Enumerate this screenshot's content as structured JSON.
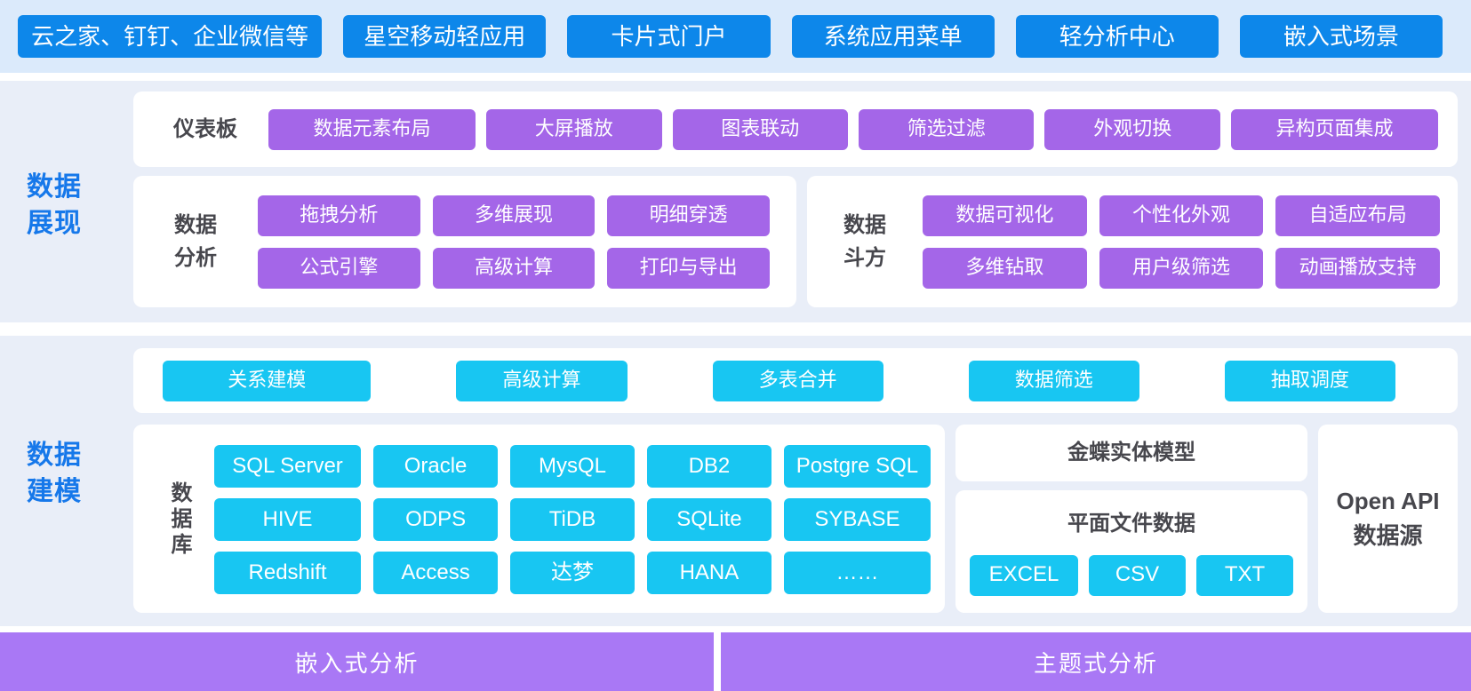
{
  "palette": {
    "band1_bg": "#dbeafb",
    "band_bg": "#e9eef8",
    "blue_button": "#0d87ea",
    "purple_button": "#a466e8",
    "cyan_button": "#18c6f2",
    "bottom_bar": "#a978f5",
    "section_label_blue": "#1678ea",
    "dark_label": "#47474d",
    "panel_white": "#ffffff"
  },
  "top_bar": {
    "items": [
      "云之家、钉钉、企业微信等",
      "星空移动轻应用",
      "卡片式门户",
      "系统应用菜单",
      "轻分析中心",
      "嵌入式场景"
    ]
  },
  "presentation": {
    "label": "数据\n展现",
    "dashboard": {
      "label": "仪表板",
      "items": [
        "数据元素布局",
        "大屏播放",
        "图表联动",
        "筛选过滤",
        "外观切换",
        "异构页面集成"
      ]
    },
    "analysis": {
      "label": "数据\n分析",
      "rows": [
        [
          "拖拽分析",
          "多维展现",
          "明细穿透"
        ],
        [
          "公式引擎",
          "高级计算",
          "打印与导出"
        ]
      ]
    },
    "doufang": {
      "label": "数据\n斗方",
      "rows": [
        [
          "数据可视化",
          "个性化外观",
          "自适应布局"
        ],
        [
          "多维钻取",
          "用户级筛选",
          "动画播放支持"
        ]
      ]
    }
  },
  "modeling": {
    "label": "数据\n建模",
    "tools": [
      "关系建模",
      "高级计算",
      "多表合并",
      "数据筛选",
      "抽取调度"
    ],
    "database": {
      "label": "数据库",
      "rows": [
        [
          "SQL Server",
          "Oracle",
          "MysQL",
          "DB2",
          "Postgre SQL"
        ],
        [
          "HIVE",
          "ODPS",
          "TiDB",
          "SQLite",
          "SYBASE"
        ],
        [
          "Redshift",
          "Access",
          "达梦",
          "HANA",
          "……"
        ]
      ]
    },
    "kingdee_model": "金蝶实体模型",
    "flat_file": {
      "label": "平面文件数据",
      "items": [
        "EXCEL",
        "CSV",
        "TXT"
      ]
    },
    "open_api": "Open API\n数据源"
  },
  "bottom": {
    "left": "嵌入式分析",
    "right": "主题式分析"
  }
}
